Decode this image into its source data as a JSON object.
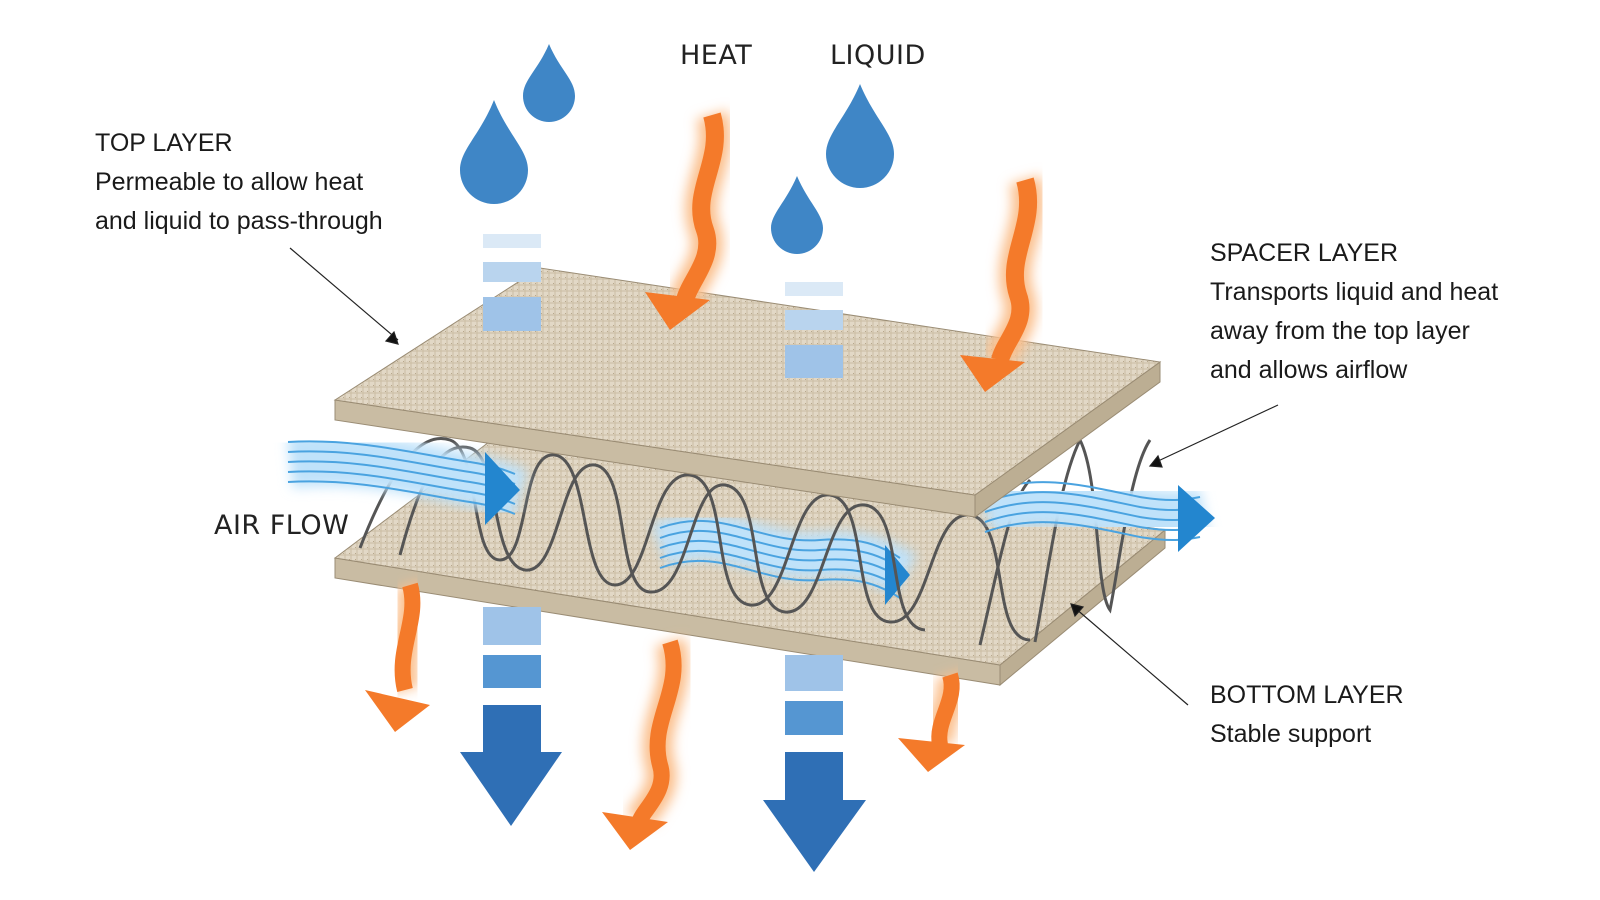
{
  "labels": {
    "heat": "HEAT",
    "liquid": "LIQUID",
    "air_flow": "AIR FLOW",
    "top_layer": {
      "title": "TOP LAYER",
      "line1": "Permeable to allow heat",
      "line2": "and liquid to pass-through"
    },
    "spacer_layer": {
      "title": "SPACER LAYER",
      "line1": "Transports liquid and heat",
      "line2": "away from the top layer",
      "line3": "and allows airflow"
    },
    "bottom_layer": {
      "title": "BOTTOM LAYER",
      "line1": "Stable support"
    }
  },
  "colors": {
    "fabric": "#e2d8c6",
    "fabric_edge": "#cdbfa7",
    "heat_arrow": "#f47a2a",
    "heat_glow": "#fbbf8c",
    "drop": "#3f86c6",
    "drop_light": "#a9cbe8",
    "flow_arrow": "#2f6fb5",
    "air": "#4aa3e0",
    "air_glow": "#bfe2fa",
    "fiber": "#555555"
  },
  "icons": {
    "liquid": "droplet-icon",
    "heat": "wavy-arrow-icon",
    "air": "air-stream-icon",
    "drain": "down-arrow-icon"
  }
}
